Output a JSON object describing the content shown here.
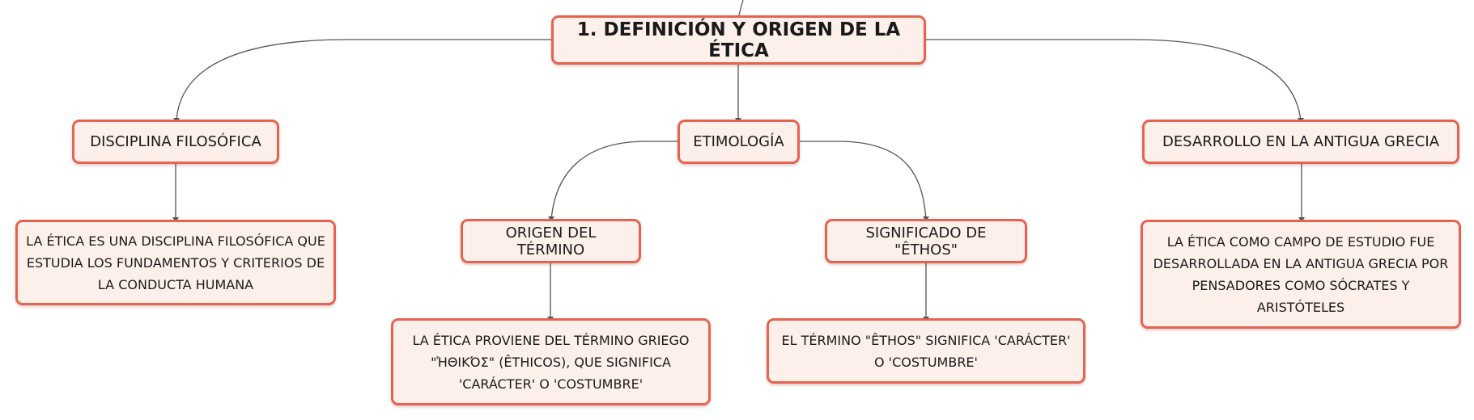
{
  "colors": {
    "node_border": "#e56350",
    "node_fill": "#fdf0eb",
    "connector": "#555555"
  },
  "diagram": {
    "root": {
      "label": "1. DEFINICIÓN Y ORIGEN DE LA ÉTICA"
    },
    "branches": {
      "disciplina": {
        "label": "DISCIPLINA FILOSÓFICA",
        "detail": "LA ÉTICA ES UNA DISCIPLINA FILOSÓFICA QUE ESTUDIA LOS FUNDAMENTOS Y CRITERIOS DE LA CONDUCTA HUMANA"
      },
      "etimologia": {
        "label": "ETIMOLOGÍA",
        "origen": {
          "label": "ORIGEN DEL TÉRMINO",
          "detail": "LA ÉTICA PROVIENE DEL TÉRMINO GRIEGO \"ἨΘΙΚΌΣ\" (ÊTHICOS), QUE SIGNIFICA 'CARÁCTER' O 'COSTUMBRE'"
        },
        "significado": {
          "label": "SIGNIFICADO DE \"ÊTHOS\"",
          "detail": "EL TÉRMINO \"ÊTHOS\" SIGNIFICA 'CARÁCTER' O 'COSTUMBRE'"
        }
      },
      "grecia": {
        "label": "DESARROLLO EN LA ANTIGUA GRECIA",
        "detail": "LA ÉTICA COMO CAMPO DE ESTUDIO FUE DESARROLLADA EN LA ANTIGUA GRECIA POR PENSADORES COMO SÓCRATES Y ARISTÓTELES"
      }
    }
  }
}
